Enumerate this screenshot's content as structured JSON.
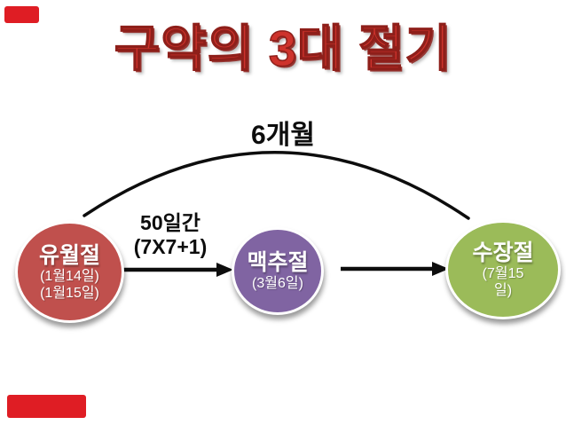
{
  "slide": {
    "title": "구약의 3대 절기",
    "colors": {
      "title_red": "#CE332C",
      "line_black": "#0D0D0D",
      "passover_red": "#C0504D",
      "harvest_purple": "#8064A2",
      "ingathering_green": "#9BBB59",
      "marker_red": "#DF1D24"
    }
  },
  "arc": {
    "label": "6개월"
  },
  "interval": {
    "line1": "50일간",
    "line2": "(7X7+1)"
  },
  "nodes": [
    {
      "name": "유월절",
      "date1": "(1월14일)",
      "date2": "(1월15일)"
    },
    {
      "name": "맥추절",
      "date1": "(3월6일)"
    },
    {
      "name": "수장절",
      "date1": "(7월15",
      "date2": "일)"
    }
  ]
}
